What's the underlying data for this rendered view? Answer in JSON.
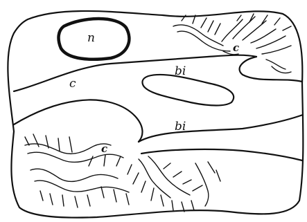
{
  "labels": {
    "nucleus": "n",
    "canal_upper": "c",
    "canal_middle": "c",
    "canal_lower": "c",
    "bi_upper": "bi",
    "bi_lower": "bi"
  }
}
